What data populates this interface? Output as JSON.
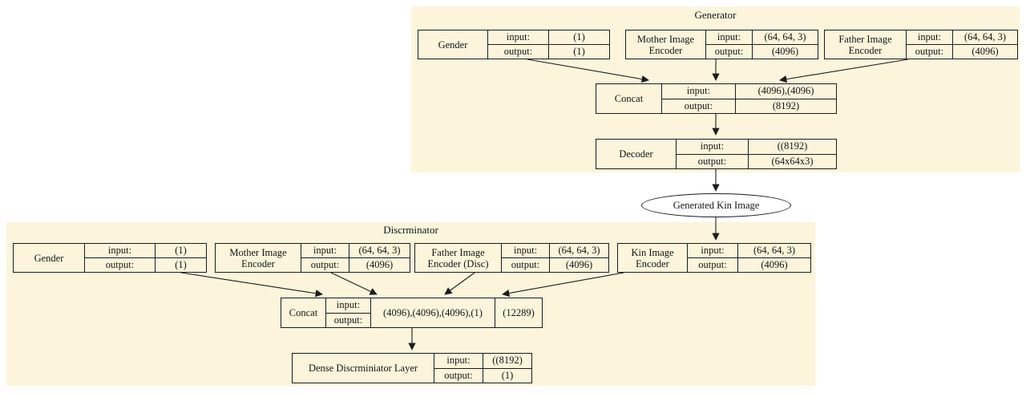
{
  "keys": {
    "input": "input:",
    "output": "output:"
  },
  "generator": {
    "title": "Generator",
    "gender": {
      "label": "Gender",
      "input": "(1)",
      "output": "(1)"
    },
    "mother_encoder": {
      "label": "Mother Image Encoder",
      "input": "(64, 64, 3)",
      "output": "(4096)"
    },
    "father_encoder": {
      "label": "Father Image Encoder",
      "input": "(64, 64, 3)",
      "output": "(4096)"
    },
    "concat": {
      "label": "Concat",
      "input": "(4096),(4096)",
      "output": "(8192)"
    },
    "decoder": {
      "label": "Decoder",
      "input": "((8192)",
      "output": "(64x64x3)"
    }
  },
  "generated_kin_image": {
    "label": "Generated Kin Image"
  },
  "discriminator": {
    "title": "Discrminator",
    "gender": {
      "label": "Gender",
      "input": "(1)",
      "output": "(1)"
    },
    "mother_encoder": {
      "label": "Mother Image Encoder",
      "input": "(64, 64, 3)",
      "output": "(4096)"
    },
    "father_encoder_disc": {
      "label": "Father Image Encoder (Disc)",
      "input": "(64, 64, 3)",
      "output": "(4096)"
    },
    "kin_encoder": {
      "label": "Kin Image Encoder",
      "input": "(64, 64, 3)",
      "output": "(4096)"
    },
    "concat": {
      "label": "Concat",
      "merged_input": "(4096),(4096),(4096),(1)",
      "merged_output": "(12289)"
    },
    "dense": {
      "label": "Dense Discrminiator Layer",
      "input": "((8192)",
      "output": "(1)"
    }
  },
  "colors": {
    "canvas_bg": "#FFFFFF",
    "cluster_fill": "#FCF5DC",
    "node_fill": "#FCF5DC",
    "node_border": "#1C1C1C",
    "edge": "#1C1C1C",
    "ellipse_fill": "#FFFFFF"
  }
}
